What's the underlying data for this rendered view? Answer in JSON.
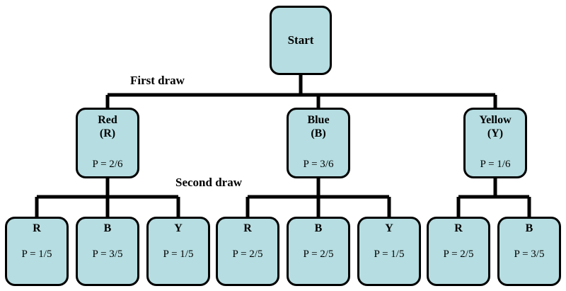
{
  "diagram": {
    "title_node": {
      "label": "Start"
    },
    "stage_labels": {
      "first": "First draw",
      "second": "Second draw"
    },
    "colors": {
      "node_fill": "#b6dde1",
      "node_border": "#000000",
      "edge": "#000000",
      "background": "#ffffff",
      "text": "#000000"
    },
    "level1": [
      {
        "name": "Red",
        "code": "(R)",
        "label": "Red\n(R)",
        "prob": "P = 2/6"
      },
      {
        "name": "Blue",
        "code": "(B)",
        "label": "Blue\n(B)",
        "prob": "P = 3/6"
      },
      {
        "name": "Yellow",
        "code": "(Y)",
        "label": "Yellow\n(Y)",
        "prob": "P = 1/6"
      }
    ],
    "level2": [
      {
        "label": "R",
        "prob": "P = 1/5",
        "parent": "Red"
      },
      {
        "label": "B",
        "prob": "P = 3/5",
        "parent": "Red"
      },
      {
        "label": "Y",
        "prob": "P = 1/5",
        "parent": "Red"
      },
      {
        "label": "R",
        "prob": "P = 2/5",
        "parent": "Blue"
      },
      {
        "label": "B",
        "prob": "P = 2/5",
        "parent": "Blue"
      },
      {
        "label": "Y",
        "prob": "P = 1/5",
        "parent": "Blue"
      },
      {
        "label": "R",
        "prob": "P = 2/5",
        "parent": "Yellow"
      },
      {
        "label": "B",
        "prob": "P = 3/5",
        "parent": "Yellow"
      }
    ]
  }
}
